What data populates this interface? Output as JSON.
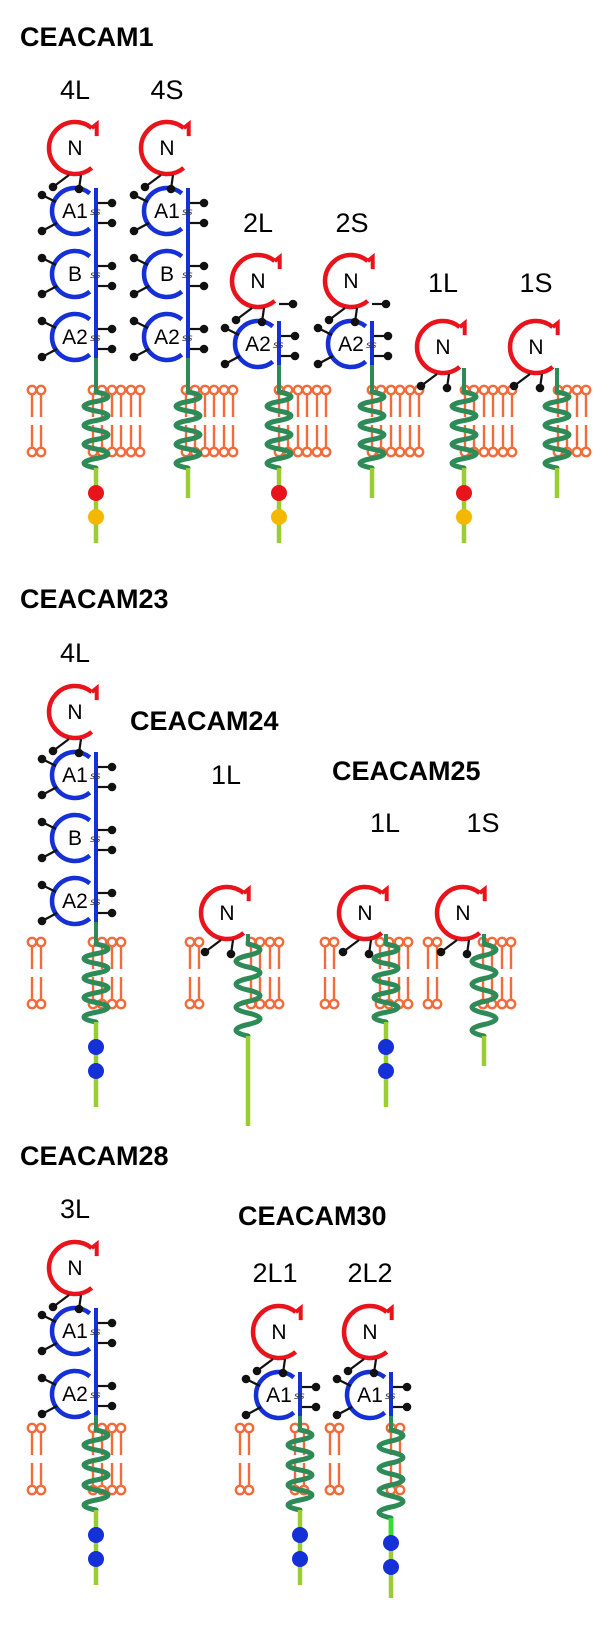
{
  "colors": {
    "n_domain": "#e8131b",
    "ig_domain": "#1530d6",
    "tm_helix": "#2e8b57",
    "cytoplasmic": "#9acd32",
    "lipid": "#f26b3a",
    "glycan": "#111111",
    "phospho_red": "#e8131b",
    "phospho_orange": "#f5b800",
    "motif_blue": "#1530d6",
    "green_segment": "#33dd33"
  },
  "families": [
    {
      "title": "CEACAM1",
      "variants": [
        {
          "label": "4L",
          "domains": [
            "N",
            "A1",
            "B",
            "A2"
          ],
          "tail": "long",
          "tail_marks": [
            "red",
            "orange"
          ]
        },
        {
          "label": "4S",
          "domains": [
            "N",
            "A1",
            "B",
            "A2"
          ],
          "tail": "short",
          "tail_marks": []
        },
        {
          "label": "2L",
          "domains": [
            "N",
            "A2"
          ],
          "tail": "long",
          "tail_marks": [
            "red",
            "orange"
          ]
        },
        {
          "label": "2S",
          "domains": [
            "N",
            "A2"
          ],
          "tail": "short",
          "tail_marks": []
        },
        {
          "label": "1L",
          "domains": [
            "N"
          ],
          "tail": "long",
          "tail_marks": [
            "red",
            "orange"
          ]
        },
        {
          "label": "1S",
          "domains": [
            "N"
          ],
          "tail": "short",
          "tail_marks": []
        }
      ]
    },
    {
      "title": "CEACAM23",
      "variants": [
        {
          "label": "4L",
          "domains": [
            "N",
            "A1",
            "B",
            "A2"
          ],
          "tail": "long",
          "tail_marks": [
            "blue",
            "blue"
          ]
        }
      ]
    },
    {
      "title": "CEACAM24",
      "variants": [
        {
          "label": "1L",
          "domains": [
            "N"
          ],
          "tail": "long",
          "tail_marks": []
        }
      ]
    },
    {
      "title": "CEACAM25",
      "variants": [
        {
          "label": "1L",
          "domains": [
            "N"
          ],
          "tail": "long",
          "tail_marks": [
            "blue",
            "blue"
          ]
        },
        {
          "label": "1S",
          "domains": [
            "N"
          ],
          "tail": "short",
          "tail_marks": []
        }
      ]
    },
    {
      "title": "CEACAM28",
      "variants": [
        {
          "label": "3L",
          "domains": [
            "N",
            "A1",
            "A2"
          ],
          "tail": "long",
          "tail_marks": [
            "blue",
            "blue"
          ]
        }
      ]
    },
    {
      "title": "CEACAM30",
      "variants": [
        {
          "label": "2L1",
          "domains": [
            "N",
            "A1"
          ],
          "tail": "long",
          "tail_marks": [
            "blue",
            "blue"
          ]
        },
        {
          "label": "2L2",
          "domains": [
            "N",
            "A1"
          ],
          "tail": "long",
          "tail_marks": [
            "blue",
            "blue"
          ],
          "green_segment": true
        }
      ]
    }
  ]
}
